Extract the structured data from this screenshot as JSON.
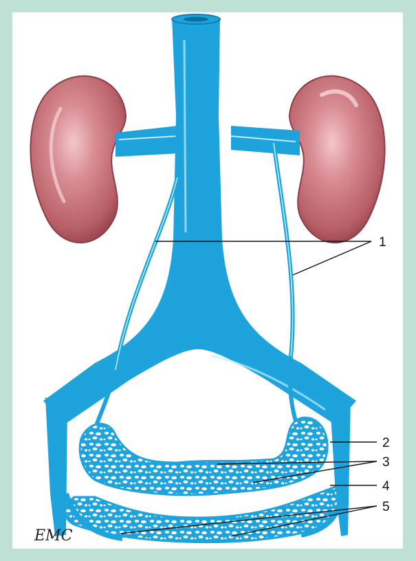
{
  "figure": {
    "signature": "EMC",
    "callouts": [
      {
        "id": "1",
        "label": "1"
      },
      {
        "id": "2",
        "label": "2"
      },
      {
        "id": "3",
        "label": "3"
      },
      {
        "id": "4",
        "label": "4"
      },
      {
        "id": "5",
        "label": "5"
      }
    ]
  },
  "colors": {
    "frame_background": "#bfe1d6",
    "vein": "#1ea3dc",
    "vein_highlight": "#bfeeff",
    "kidney": "#c46c74",
    "kidney_highlight": "#f0c0c4",
    "leader_line": "#111111"
  }
}
